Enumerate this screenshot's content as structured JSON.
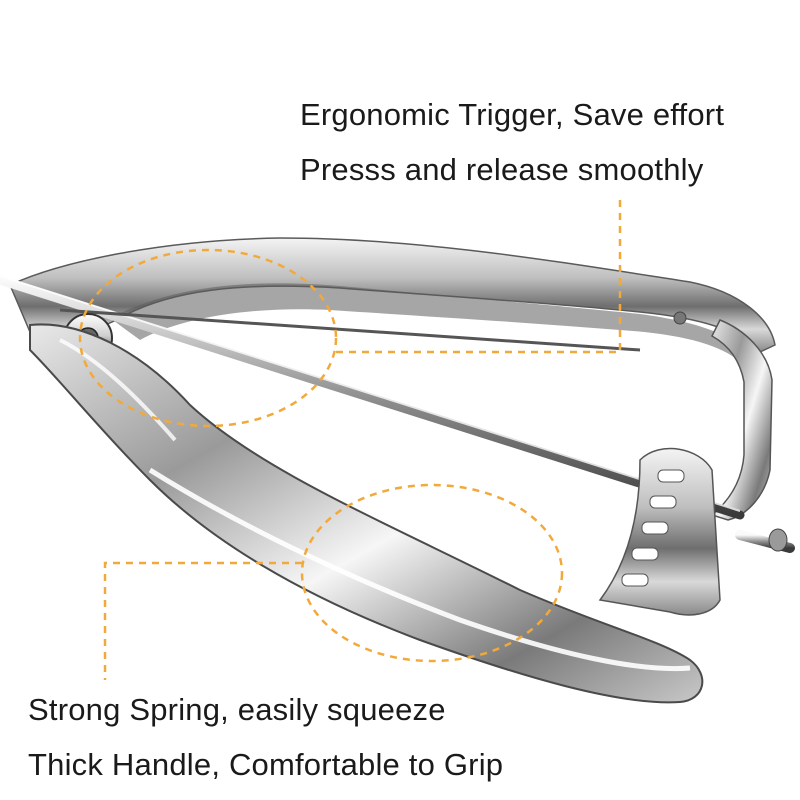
{
  "captions": {
    "trigger_title": "Ergonomic Trigger, Save effort",
    "trigger_subtitle": "Presss and release smoothly",
    "spring_title": "Strong Spring, easily squeeze",
    "handle_title": "Thick Handle, Comfortable to Grip"
  },
  "colors": {
    "callout_accent": "#F2A93B",
    "text": "#1A1A1A",
    "background": "#FFFFFF"
  },
  "product": {
    "subject": "stainless-steel-scoop-handle"
  }
}
